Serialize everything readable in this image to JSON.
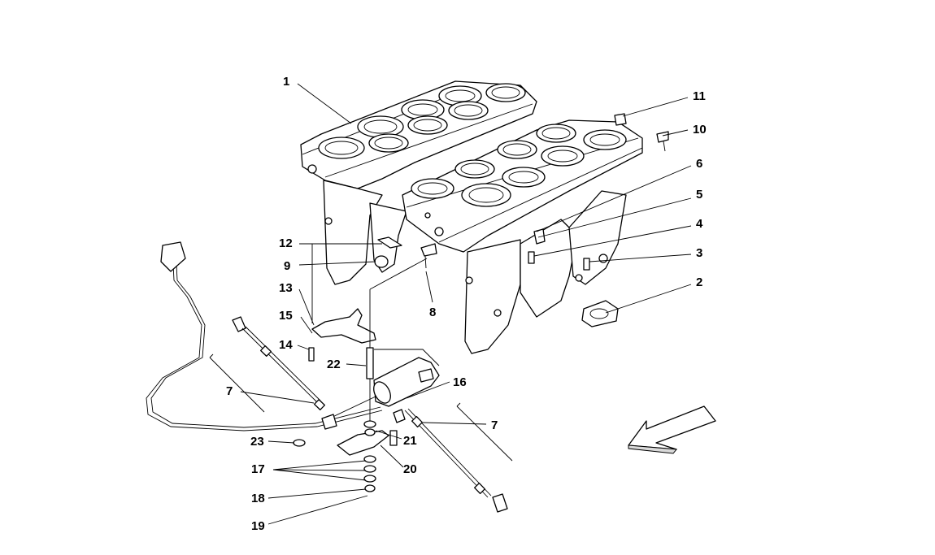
{
  "callouts": {
    "c1": "1",
    "c2": "2",
    "c3": "3",
    "c4": "4",
    "c5": "5",
    "c6": "6",
    "c7a": "7",
    "c7b": "7",
    "c8": "8",
    "c9": "9",
    "c10": "10",
    "c11": "11",
    "c12": "12",
    "c13": "13",
    "c14": "14",
    "c15": "15",
    "c16": "16",
    "c17": "17",
    "c18": "18",
    "c19": "19",
    "c20": "20",
    "c21": "21",
    "c22": "22",
    "c23": "23"
  },
  "icons": {
    "direction": "direction-arrow-icon"
  }
}
